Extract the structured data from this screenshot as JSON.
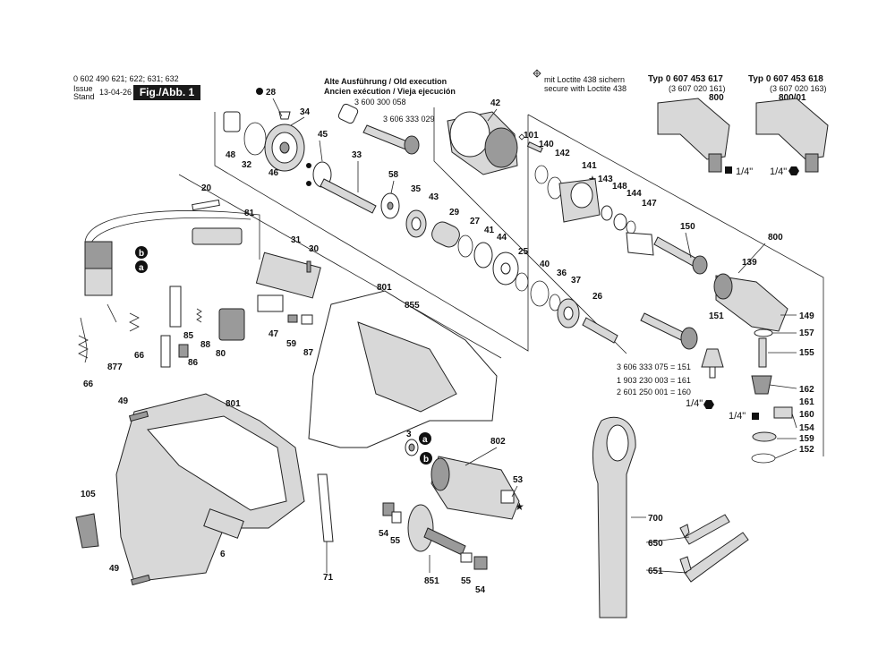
{
  "header": {
    "part_numbers": "0 602 490 621; 622; 631; 632",
    "issue_label": "Issue",
    "stand_label": "Stand",
    "date": "13-04-26",
    "figure_label": "Fig./Abb. 1"
  },
  "old_execution": {
    "line1": "Alte Ausführung / Old execution",
    "line2": "Ancien exécution / Vieja ejecución",
    "part_a": "3 600 300 058",
    "part_b": "3 606 333 029"
  },
  "loctite": {
    "line1": "mit Loctite 438 sichern",
    "line2": "secure with Loctite 438"
  },
  "type_a": {
    "title": "Typ 0 607 453 617",
    "number": "(3 607 020 161)",
    "ref": "800",
    "drive": "1/4\""
  },
  "type_b": {
    "title": "Typ 0 607 453 618",
    "number": "(3 607 020 163)",
    "ref": "800/01",
    "drive": "1/4\""
  },
  "references": {
    "r151": "3 606 333 075 = 151",
    "r161": "1 903 230 003 = 161",
    "r160": "2 601 250 001 = 160",
    "quarter_a": "1/4\"",
    "quarter_b": "1/4\""
  },
  "callouts": [
    {
      "id": "c28",
      "text": "28"
    },
    {
      "id": "c34",
      "text": "34"
    },
    {
      "id": "c48",
      "text": "48"
    },
    {
      "id": "c32",
      "text": "32"
    },
    {
      "id": "c46",
      "text": "46"
    },
    {
      "id": "c45",
      "text": "45"
    },
    {
      "id": "c33",
      "text": "33"
    },
    {
      "id": "c58",
      "text": "58"
    },
    {
      "id": "c35",
      "text": "35"
    },
    {
      "id": "c43",
      "text": "43"
    },
    {
      "id": "c29",
      "text": "29"
    },
    {
      "id": "c27",
      "text": "27"
    },
    {
      "id": "c41",
      "text": "41"
    },
    {
      "id": "c44",
      "text": "44"
    },
    {
      "id": "c42",
      "text": "42"
    },
    {
      "id": "c101",
      "text": "101"
    },
    {
      "id": "c140",
      "text": "140"
    },
    {
      "id": "c142",
      "text": "142"
    },
    {
      "id": "c141",
      "text": "141"
    },
    {
      "id": "c143",
      "text": "143"
    },
    {
      "id": "c148",
      "text": "148"
    },
    {
      "id": "c144",
      "text": "144"
    },
    {
      "id": "c147",
      "text": "147"
    },
    {
      "id": "c150",
      "text": "150"
    },
    {
      "id": "c800b",
      "text": "800"
    },
    {
      "id": "c139",
      "text": "139"
    },
    {
      "id": "c149",
      "text": "149"
    },
    {
      "id": "c157",
      "text": "157"
    },
    {
      "id": "c155",
      "text": "155"
    },
    {
      "id": "c162",
      "text": "162"
    },
    {
      "id": "c161",
      "text": "161"
    },
    {
      "id": "c160",
      "text": "160"
    },
    {
      "id": "c154",
      "text": "154"
    },
    {
      "id": "c159",
      "text": "159"
    },
    {
      "id": "c152",
      "text": "152"
    },
    {
      "id": "c151",
      "text": "151"
    },
    {
      "id": "c20",
      "text": "20"
    },
    {
      "id": "c81",
      "text": "81"
    },
    {
      "id": "c31",
      "text": "31"
    },
    {
      "id": "c30",
      "text": "30"
    },
    {
      "id": "c801a",
      "text": "801"
    },
    {
      "id": "c855",
      "text": "855"
    },
    {
      "id": "c25",
      "text": "25"
    },
    {
      "id": "c40",
      "text": "40"
    },
    {
      "id": "c36",
      "text": "36"
    },
    {
      "id": "c37",
      "text": "37"
    },
    {
      "id": "c26",
      "text": "26"
    },
    {
      "id": "c85",
      "text": "85"
    },
    {
      "id": "c88",
      "text": "88"
    },
    {
      "id": "c80",
      "text": "80"
    },
    {
      "id": "c47",
      "text": "47"
    },
    {
      "id": "c59",
      "text": "59"
    },
    {
      "id": "c87",
      "text": "87"
    },
    {
      "id": "c86",
      "text": "86"
    },
    {
      "id": "c877",
      "text": "877"
    },
    {
      "id": "c66a",
      "text": "66"
    },
    {
      "id": "c66b",
      "text": "66"
    },
    {
      "id": "c49a",
      "text": "49"
    },
    {
      "id": "c801b",
      "text": "801"
    },
    {
      "id": "c105",
      "text": "105"
    },
    {
      "id": "c6",
      "text": "6"
    },
    {
      "id": "c49b",
      "text": "49"
    },
    {
      "id": "c71",
      "text": "71"
    },
    {
      "id": "c3",
      "text": "3"
    },
    {
      "id": "c802",
      "text": "802"
    },
    {
      "id": "c53",
      "text": "53"
    },
    {
      "id": "c54a",
      "text": "54"
    },
    {
      "id": "c55a",
      "text": "55"
    },
    {
      "id": "c851",
      "text": "851"
    },
    {
      "id": "c55b",
      "text": "55"
    },
    {
      "id": "c54b",
      "text": "54"
    },
    {
      "id": "c700",
      "text": "700"
    },
    {
      "id": "c650",
      "text": "650"
    },
    {
      "id": "c651",
      "text": "651"
    }
  ],
  "markers": {
    "a": "a",
    "b": "b"
  }
}
